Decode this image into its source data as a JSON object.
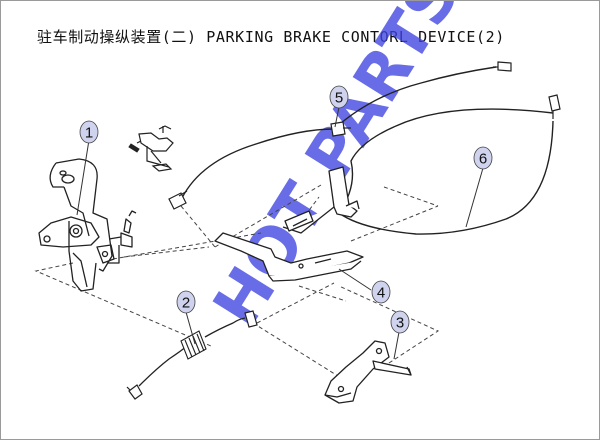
{
  "title": "驻车制动操纵装置(二) PARKING BRAKE CONTORL DEVICE(2)",
  "callouts": [
    {
      "id": "1",
      "label": "1"
    },
    {
      "id": "2",
      "label": "2"
    },
    {
      "id": "3",
      "label": "3"
    },
    {
      "id": "4",
      "label": "4"
    },
    {
      "id": "5",
      "label": "5"
    },
    {
      "id": "6",
      "label": "6"
    }
  ],
  "watermark": {
    "text": "HOT PARTS",
    "color": "#3d44e0"
  },
  "colors": {
    "callout_fill": "#cfd3ee",
    "line": "#222222",
    "leader": "#333333"
  }
}
